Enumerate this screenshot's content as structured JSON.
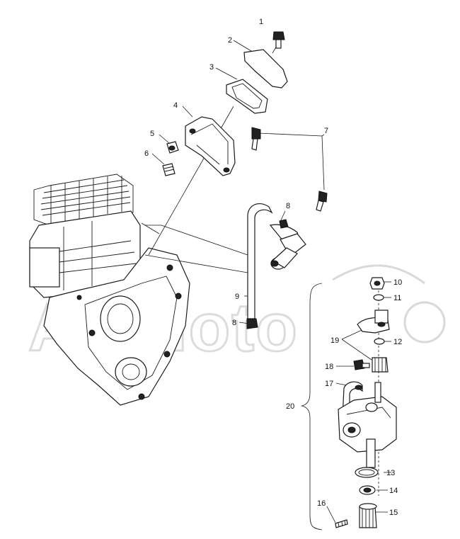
{
  "watermark": {
    "text": "ArtMoto"
  },
  "callouts": [
    {
      "label": "1"
    },
    {
      "label": "2"
    },
    {
      "label": "3"
    },
    {
      "label": "4"
    },
    {
      "label": "5"
    },
    {
      "label": "6"
    },
    {
      "label": "7"
    },
    {
      "label": "8"
    },
    {
      "label": "9"
    },
    {
      "label": "8"
    },
    {
      "label": "10"
    },
    {
      "label": "11"
    },
    {
      "label": "19"
    },
    {
      "label": "12"
    },
    {
      "label": "18"
    },
    {
      "label": "17"
    },
    {
      "label": "20"
    },
    {
      "label": "13"
    },
    {
      "label": "14"
    },
    {
      "label": "16"
    },
    {
      "label": "15"
    }
  ],
  "colors": {
    "line": "#1a1a1a",
    "watermark": "#dcdcdc"
  }
}
